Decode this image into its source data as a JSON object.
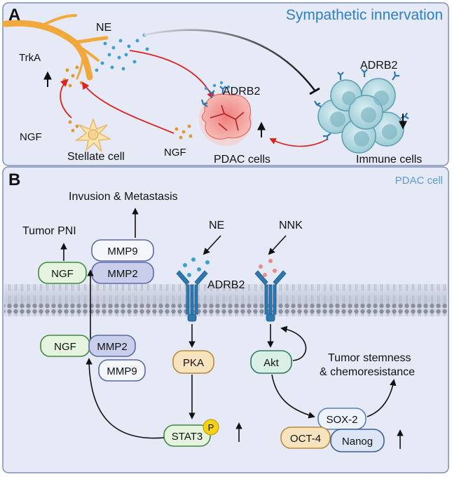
{
  "panelA": {
    "letter": "A",
    "title": "Sympathetic innervation",
    "labels": {
      "ne": "NE",
      "trka": "TrkA",
      "ngf_left": "NGF",
      "stellate": "Stellate cell",
      "ngf_mid": "NGF",
      "adrb2_pdac": "ADRB2",
      "pdac": "PDAC cells",
      "adrb2_immune": "ADRB2",
      "immune": "Immune cells"
    }
  },
  "panelB": {
    "letter": "B",
    "subtitle": "PDAC cell",
    "labels": {
      "invasion": "Invusion & Metastasis",
      "pni": "Tumor PNI",
      "ne": "NE",
      "nnk": "NNK",
      "adrb2": "ADRB2",
      "stemness1": "Tumor stemness",
      "stemness2": "& chemoresistance"
    },
    "pills": {
      "ngf_top": "NGF",
      "mmp9_top": "MMP9",
      "mmp2_top": "MMP2",
      "ngf_in": "NGF",
      "mmp2_in": "MMP2",
      "mmp9_in": "MMP9",
      "pka": "PKA",
      "stat3": "STAT3",
      "p": "P",
      "akt": "Akt",
      "sox2": "SOX-2",
      "oct4": "OCT-4",
      "nanog": "Nanog"
    }
  },
  "colors": {
    "panel_bg": "#e6eaf6",
    "panel_border": "#7f8fb7",
    "title_blue": "#2c7fc9",
    "subtitle_blue": "#5b9ad8",
    "nerve": "#f2a93b",
    "red_arrow": "#e02020",
    "receptor": "#2e77b0",
    "dot_blue": "#3d9fd0",
    "dot_pink": "#e98a8a",
    "ngf_dot": "#e59530"
  }
}
